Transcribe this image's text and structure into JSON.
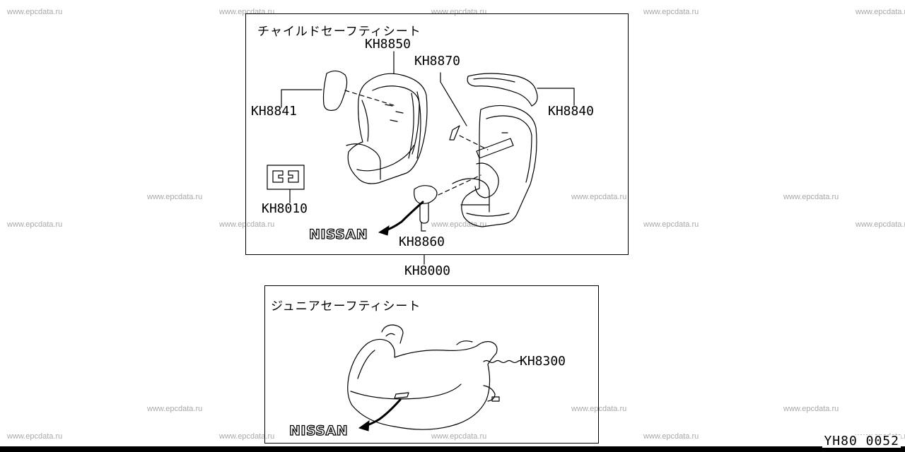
{
  "watermark_text": "www.epcdata.ru",
  "panels": {
    "child_seat": {
      "title": "チャイルドセーフティシート"
    },
    "junior_seat": {
      "title": "ジュニアセーフティシート"
    }
  },
  "parts": {
    "kh8850": "KH8850",
    "kh8870": "KH8870",
    "kh8841": "KH8841",
    "kh8840": "KH8840",
    "kh8010": "KH8010",
    "kh8860": "KH8860",
    "kh8000": "KH8000",
    "kh8300": "KH8300"
  },
  "brand_label": "NISSAN",
  "diagram_code": "YH80 0052"
}
